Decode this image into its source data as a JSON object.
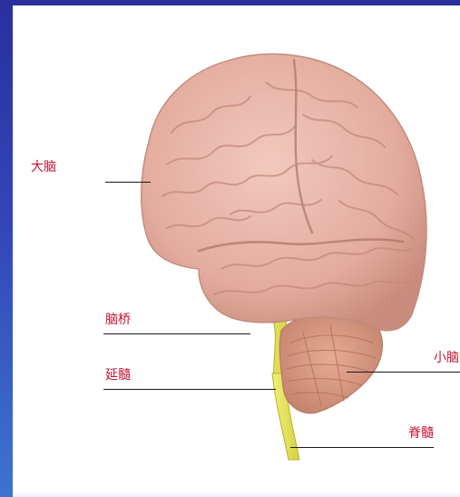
{
  "labels": {
    "cerebrum": "大脑",
    "pons": "脑桥",
    "medulla": "延髓",
    "cerebellum": "小脑",
    "spinal_cord": "脊髓"
  },
  "colors": {
    "frame": "#2f3fae",
    "label_red": "#c4122f",
    "cerebrum_fill": "#e9b7ab",
    "cerebellum_fill": "#d89a86",
    "brainstem_fill": "#e6e45a"
  }
}
